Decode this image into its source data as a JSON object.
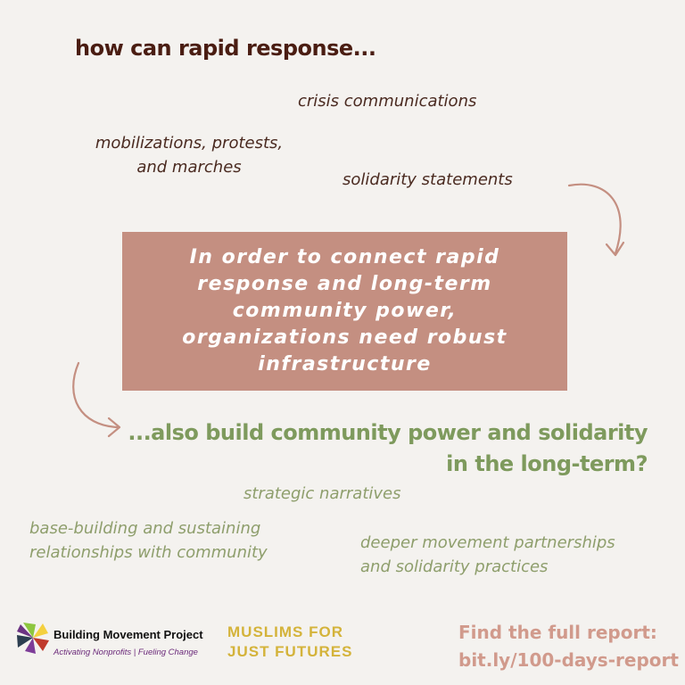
{
  "header": {
    "question_start": "how can rapid response..."
  },
  "top_phrases": {
    "crisis": "crisis communications",
    "mobilizations_line1": "mobilizations, protests,",
    "mobilizations_line2": "and marches",
    "solidarity": "solidarity statements"
  },
  "center_box": {
    "text": "In order to connect rapid response and long-term community power, organizations need robust infrastructure"
  },
  "question_end": {
    "line1": "...also build community power and solidarity",
    "line2": "in the long-term?"
  },
  "bottom_phrases": {
    "strategic": "strategic narratives",
    "base_line1": "base-building and sustaining",
    "base_line2": "relationships with community",
    "deeper_line1": "deeper movement partnerships",
    "deeper_line2": "and solidarity practices"
  },
  "footer": {
    "bmp_name": "Building Movement Project",
    "bmp_tagline": "Activating Nonprofits  |  Fueling Change",
    "mjf_line1": "MUSLIMS FOR",
    "mjf_line2": "JUST FUTURES",
    "report_line1": "Find the full report:",
    "report_line2": "bit.ly/100-days-report"
  },
  "colors": {
    "background": "#f4f2ef",
    "dark_brown": "#4a1d12",
    "box": "#c48f81",
    "green": "#7e9a5d",
    "pink": "#d19a8c",
    "gold": "#d4b33a"
  },
  "icons": [
    "building-movement-project-logo",
    "curved-arrow-right-down",
    "curved-arrow-down-right"
  ]
}
